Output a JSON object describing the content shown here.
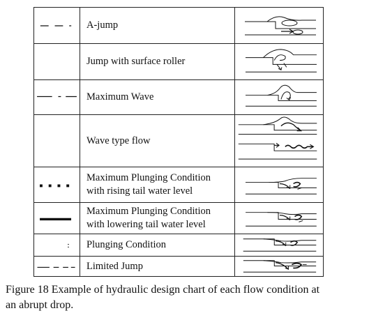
{
  "rows": [
    {
      "name_lines": [
        "A-jump"
      ],
      "line_style": "long-dash"
    },
    {
      "name_lines": [
        "Jump with surface roller"
      ],
      "line_style": "none"
    },
    {
      "name_lines": [
        "Maximum Wave"
      ],
      "line_style": "dash-dot"
    },
    {
      "name_lines": [
        "Wave type flow"
      ],
      "line_style": "none"
    },
    {
      "name_lines": [
        "Maximum Plunging Condition",
        "with rising tail water level"
      ],
      "line_style": "thick-dotted"
    },
    {
      "name_lines": [
        "Maximum Plunging Condition",
        "with lowering tail water level"
      ],
      "line_style": "thick-solid"
    },
    {
      "name_lines": [
        "Plunging Condition"
      ],
      "line_style": "dots"
    },
    {
      "name_lines": [
        "Limited Jump"
      ],
      "line_style": "dash-short"
    }
  ],
  "caption": {
    "line1": "Figure 18   Example of hydraulic design chart of each flow condition at",
    "line2": "an abrupt drop."
  }
}
